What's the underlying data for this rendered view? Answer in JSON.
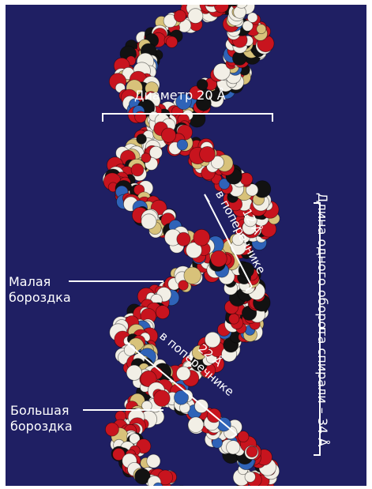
{
  "colors": {
    "background": "#1f1f63",
    "oxygen": "#c8141e",
    "hydrogen": "#f2efe6",
    "carbon": "#121212",
    "nitrogen": "#2f63b8",
    "phosphorus": "#d8c27a",
    "annotation": "#ffffff"
  },
  "labels": {
    "diameter": "Диаметр 20 Å",
    "minor_width_value": "12 Å",
    "minor_width_word": "в поперечнике",
    "major_width_value": "22 Å",
    "major_width_word": "в поперечнике",
    "minor_groove_1": "Малая",
    "minor_groove_2": "бороздка",
    "major_groove_1": "Большая",
    "major_groove_2": "бороздка",
    "turn_length": "Длина одного оборота спирали – 34 Å"
  }
}
